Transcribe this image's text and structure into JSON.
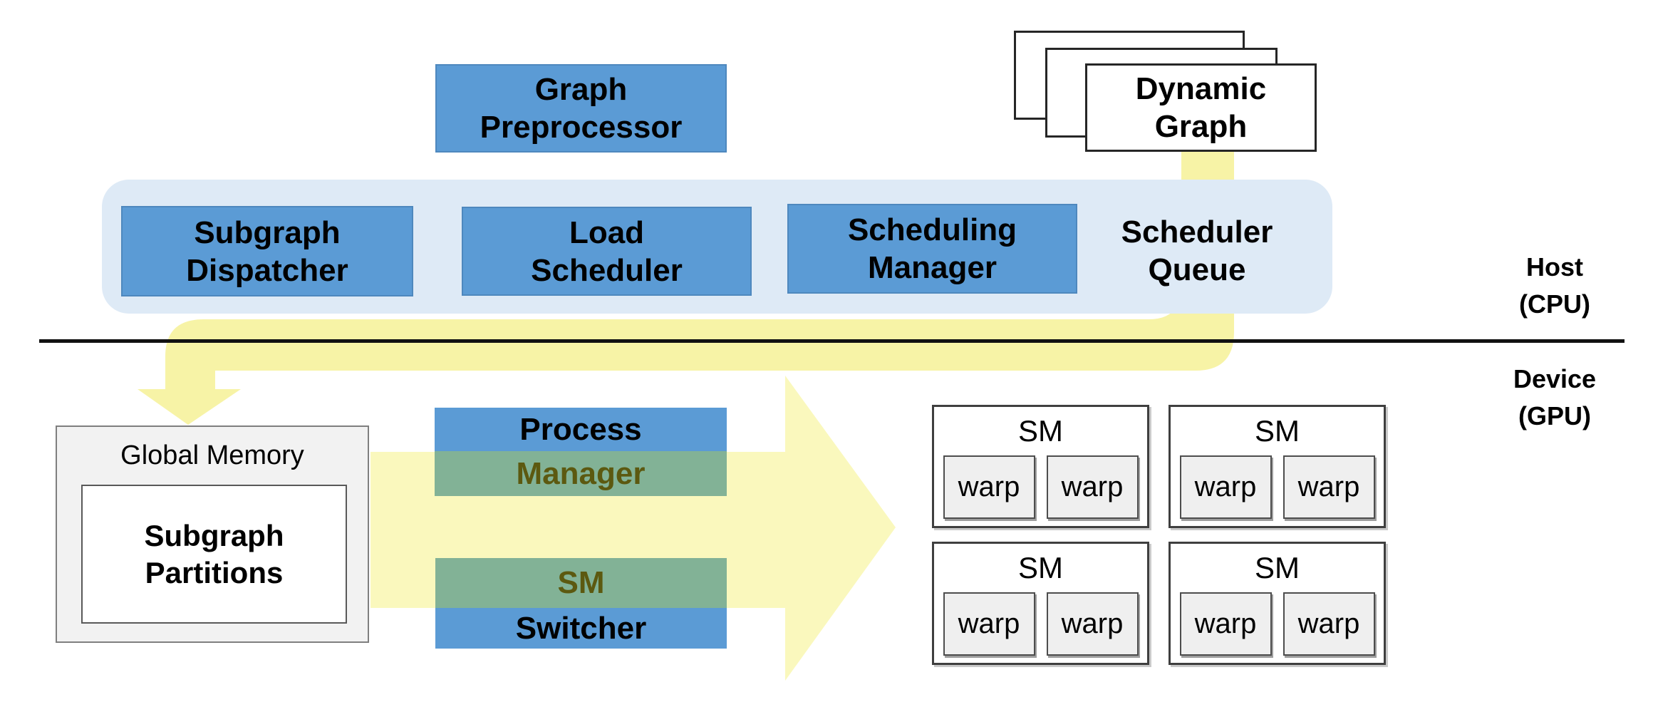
{
  "host_section": {
    "graph_preprocessor_label": "Graph\nPreprocessor",
    "dynamic_graph_label": "Dynamic\nGraph",
    "scheduler_row": [
      "Subgraph\nDispatcher",
      "Load\nScheduler",
      "Scheduling\nManager"
    ],
    "scheduler_queue_label": "Scheduler\nQueue",
    "host_label": "Host\n(CPU)"
  },
  "device_section": {
    "device_label": "Device\n(GPU)",
    "global_memory_title": "Global Memory",
    "subgraph_partitions_label": "Subgraph\nPartitions",
    "process_manager": [
      "Process",
      "Manager"
    ],
    "sm_switcher": [
      "SM",
      "Switcher"
    ],
    "sm_units": [
      {
        "title": "SM",
        "warps": [
          "warp",
          "warp"
        ]
      },
      {
        "title": "SM",
        "warps": [
          "warp",
          "warp"
        ]
      },
      {
        "title": "SM",
        "warps": [
          "warp",
          "warp"
        ]
      },
      {
        "title": "SM",
        "warps": [
          "warp",
          "warp"
        ]
      }
    ]
  },
  "colors": {
    "box_blue": "#5B9BD5",
    "container_light_blue": "#DEEAF6",
    "flow_yellow_scheduler": "#F7F3A6",
    "flow_yellow_device": "#FAF8BD",
    "overlap_green": "#82B296",
    "overlap_text_olive": "#5C5910",
    "divider_black": "#111111"
  }
}
